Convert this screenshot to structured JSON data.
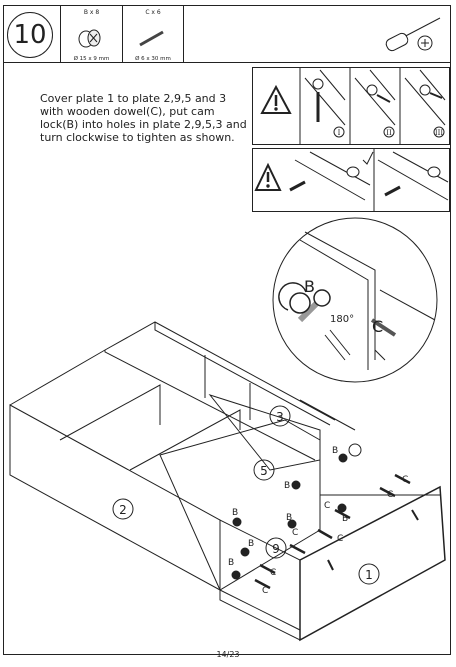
{
  "step": {
    "number": "10"
  },
  "hardware": [
    {
      "code": "B x 8",
      "size": "Ø 15 x 9 mm",
      "icon": "cam-lock-icon"
    },
    {
      "code": "C x 6",
      "size": "Ø 6 x 30 mm",
      "icon": "wooden-dowel-icon"
    }
  ],
  "tools": [
    {
      "icon": "screwdriver-icon"
    }
  ],
  "instruction": "Cover plate 1 to plate 2,9,5 and 3 with wooden dowel(C), put cam lock(B) into holes in plate 2,9,5,3 and turn clockwise to tighten as shown.",
  "warning_steps": [
    "I",
    "II",
    "III"
  ],
  "detail": {
    "cam_label": "B",
    "dowel_label": "C",
    "rotation": "180°"
  },
  "plates": [
    "1",
    "2",
    "3",
    "5",
    "9"
  ],
  "hardware_callouts": {
    "cam": "B",
    "dowel": "C"
  },
  "page": {
    "number": "14/23"
  }
}
